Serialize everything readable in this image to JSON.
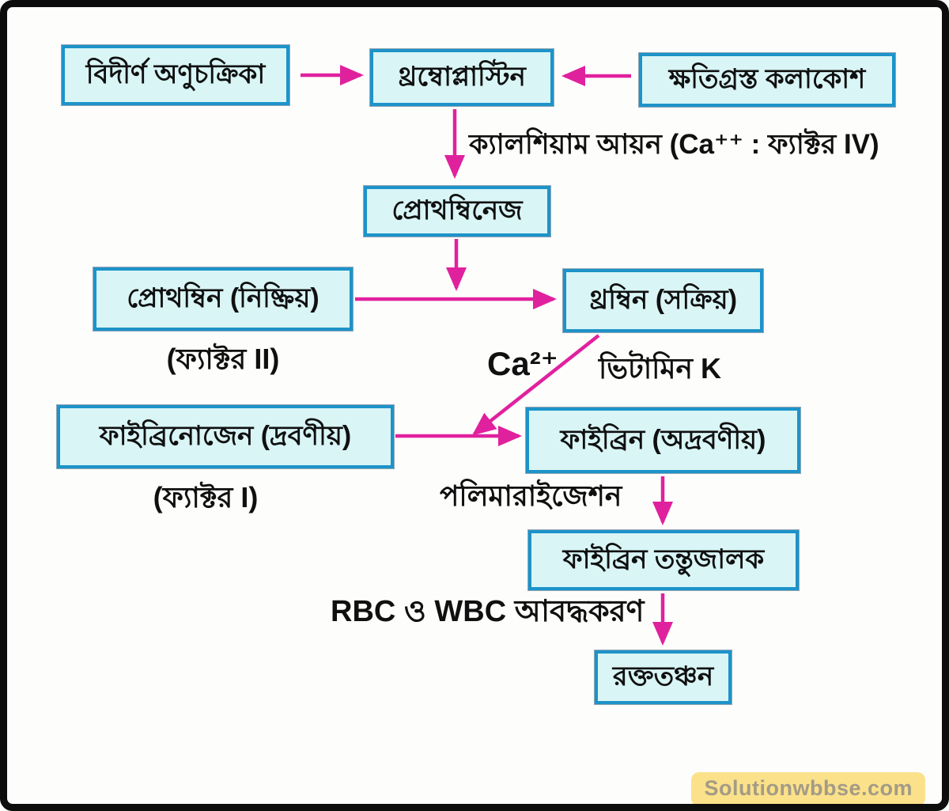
{
  "diagram": {
    "nodes": {
      "ruptured_platelets": "বিদীর্ণ অণুচক্রিকা",
      "thromboplastin": "থ্রম্বোপ্লাস্টিন",
      "damaged_tissue_cells": "ক্ষতিগ্রস্ত কলাকোশ",
      "prothrombinase": "প্রোথম্বিনেজ",
      "prothrombin_inactive": "প্রোথম্বিন (নিষ্ক্রিয়)",
      "thrombin_active": "থ্রম্বিন (সক্রিয়)",
      "fibrinogen_soluble": "ফাইব্রিনোজেন (দ্রবণীয়)",
      "fibrin_insoluble": "ফাইব্রিন (অদ্রবণীয়)",
      "fibrin_network": "ফাইব্রিন তন্তুজালক",
      "blood_clot": "রক্ততঞ্চন"
    },
    "labels": {
      "calcium_ion_factor_iv": "ক্যালশিয়াম আয়ন (Ca⁺⁺ : ফ্যাক্টর IV)",
      "factor_ii": "(ফ্যাক্টর II)",
      "ca_2plus": "Ca²⁺",
      "vitamin_k": "ভিটামিন K",
      "factor_i": "(ফ্যাক্টর I)",
      "polymerization": "পলিমারাইজেশন",
      "rbc_wbc_binding": "RBC ও WBC আবদ্ধকরণ"
    },
    "watermark": "Solutionwbbse.com",
    "colors": {
      "box_fill": "#d9f5f6",
      "box_border": "#1d93c9",
      "arrow": "#e0219e",
      "watermark_bg": "#fbe18a",
      "watermark_text": "#a39b85"
    }
  }
}
